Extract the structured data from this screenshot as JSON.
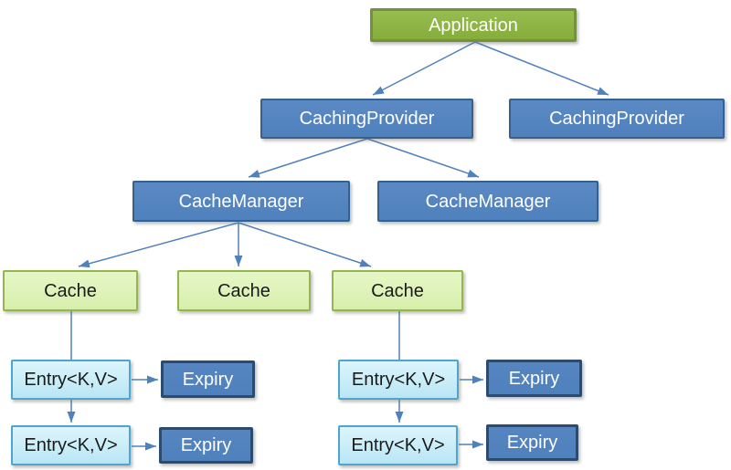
{
  "colors": {
    "green_fill": "#8cb446",
    "green_border": "#74923e",
    "blue_fill": "#4f81bd",
    "blue_border": "#36608f",
    "expiry_border": "#2b4b70",
    "cache_fill": "#d7eeab",
    "cache_border": "#94b64e",
    "entry_fill": "#b9e6f4",
    "entry_border": "#4fa6cd",
    "arrow": "#4f81bd",
    "text_dark": "#1a1a1a",
    "text_light": "#ffffff"
  },
  "nodes": {
    "application": {
      "label": "Application"
    },
    "caching_provider_left": {
      "label": "CachingProvider"
    },
    "caching_provider_right": {
      "label": "CachingProvider"
    },
    "cache_manager_left": {
      "label": "CacheManager"
    },
    "cache_manager_right": {
      "label": "CacheManager"
    },
    "cache_1": {
      "label": "Cache"
    },
    "cache_2": {
      "label": "Cache"
    },
    "cache_3": {
      "label": "Cache"
    },
    "entry_1": {
      "label": "Entry<K,V>"
    },
    "entry_2": {
      "label": "Entry<K,V>"
    },
    "entry_3": {
      "label": "Entry<K,V>"
    },
    "entry_4": {
      "label": "Entry<K,V>"
    },
    "expiry_1": {
      "label": "Expiry"
    },
    "expiry_2": {
      "label": "Expiry"
    },
    "expiry_3": {
      "label": "Expiry"
    },
    "expiry_4": {
      "label": "Expiry"
    }
  }
}
